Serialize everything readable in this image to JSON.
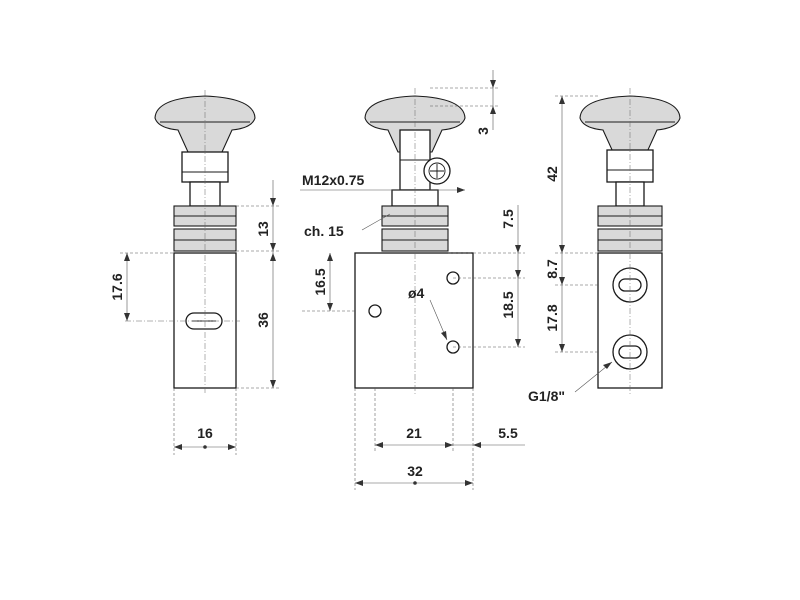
{
  "dimensions": {
    "knob_thickness": "3",
    "total_height_side": "42",
    "nut_height": "13",
    "port_offset_left": "17.6",
    "body_height": "36",
    "body_width_left": "16",
    "thread": "M12x0.75",
    "wrench_size": "ch. 15",
    "upper_offset": "7.5",
    "hole_offset": "16.5",
    "hole_diameter": "ø4",
    "hole_spacing": "18.5",
    "hole_distance": "21",
    "edge_offset": "5.5",
    "body_width_front": "32",
    "side_upper": "8.7",
    "side_lower": "17.8",
    "port_thread": "G1/8\""
  }
}
